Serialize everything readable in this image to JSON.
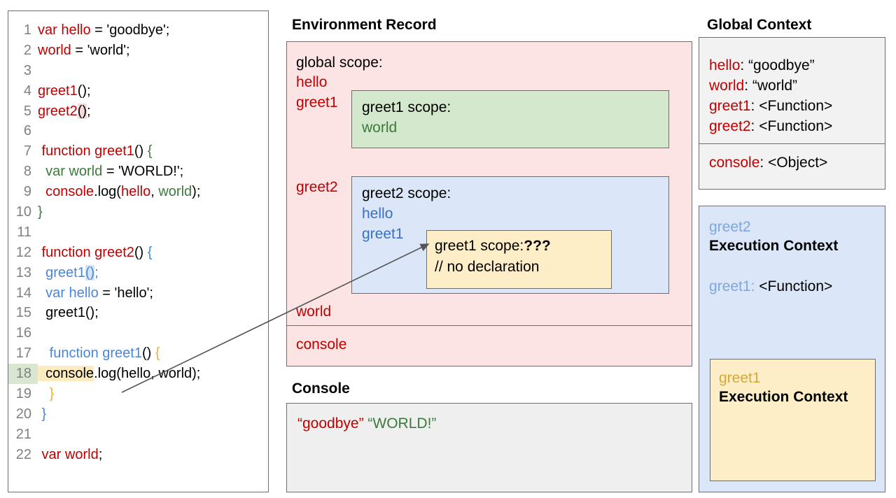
{
  "code_panel": {
    "lines": [
      {
        "n": "1",
        "tokens": [
          {
            "t": "var hello ",
            "c": "red"
          },
          {
            "t": "= 'goodbye';",
            "c": "black"
          }
        ]
      },
      {
        "n": "2",
        "tokens": [
          {
            "t": "world ",
            "c": "red"
          },
          {
            "t": "= 'world';",
            "c": "black"
          }
        ]
      },
      {
        "n": "3",
        "tokens": []
      },
      {
        "n": "4",
        "tokens": [
          {
            "t": "greet1",
            "c": "red"
          },
          {
            "t": "();",
            "c": "black"
          }
        ]
      },
      {
        "n": "5",
        "tokens": [
          {
            "t": "greet2",
            "c": "red"
          },
          {
            "t": "()",
            "c": "black",
            "hl": "pink"
          },
          {
            "t": ";",
            "c": "black"
          }
        ]
      },
      {
        "n": "6",
        "tokens": []
      },
      {
        "n": "7",
        "tokens": [
          {
            "t": " function greet1",
            "c": "red"
          },
          {
            "t": "() ",
            "c": "black"
          },
          {
            "t": "{",
            "c": "green"
          }
        ]
      },
      {
        "n": "8",
        "tokens": [
          {
            "t": "  var world ",
            "c": "green"
          },
          {
            "t": "= 'WORLD!';",
            "c": "black"
          }
        ]
      },
      {
        "n": "9",
        "tokens": [
          {
            "t": "  console",
            "c": "red"
          },
          {
            "t": ".log(",
            "c": "black"
          },
          {
            "t": "hello",
            "c": "red"
          },
          {
            "t": ", ",
            "c": "black"
          },
          {
            "t": "world",
            "c": "green"
          },
          {
            "t": ");",
            "c": "black"
          }
        ]
      },
      {
        "n": "10",
        "tokens": [
          {
            "t": "}",
            "c": "green"
          }
        ]
      },
      {
        "n": "11",
        "tokens": []
      },
      {
        "n": "12",
        "tokens": [
          {
            "t": " function greet2",
            "c": "red"
          },
          {
            "t": "() ",
            "c": "black"
          },
          {
            "t": "{",
            "c": "blue"
          }
        ]
      },
      {
        "n": "13",
        "tokens": [
          {
            "t": "  greet1",
            "c": "blue"
          },
          {
            "t": "()",
            "c": "blue",
            "hl": "blue"
          },
          {
            "t": ";",
            "c": "blue"
          }
        ]
      },
      {
        "n": "14",
        "tokens": [
          {
            "t": "  var hello ",
            "c": "blue"
          },
          {
            "t": "= 'hello';",
            "c": "black"
          }
        ]
      },
      {
        "n": "15",
        "tokens": [
          {
            "t": "  greet1();",
            "c": "black"
          }
        ]
      },
      {
        "n": "16",
        "tokens": []
      },
      {
        "n": "17",
        "tokens": [
          {
            "t": "   function greet1",
            "c": "blue"
          },
          {
            "t": "() ",
            "c": "black"
          },
          {
            "t": "{",
            "c": "gold"
          }
        ]
      },
      {
        "n": "18",
        "tokens": [
          {
            "t": "  console",
            "c": "black",
            "hl": "yellow"
          },
          {
            "t": ".log(hello, world);",
            "c": "black"
          }
        ],
        "line_highlight": true
      },
      {
        "n": "19",
        "tokens": [
          {
            "t": "   }",
            "c": "gold"
          }
        ]
      },
      {
        "n": "20",
        "tokens": [
          {
            "t": " }",
            "c": "blue"
          }
        ]
      },
      {
        "n": "21",
        "tokens": []
      },
      {
        "n": "22",
        "tokens": [
          {
            "t": " var world",
            "c": "red"
          },
          {
            "t": ";",
            "c": "black"
          }
        ]
      }
    ]
  },
  "environment_record": {
    "heading": "Environment Record",
    "global_scope_label": "global scope:",
    "global_vars": [
      "hello",
      "greet1",
      "greet2",
      "world"
    ],
    "console_var": "console",
    "greet1_scope": {
      "title": "greet1 scope:",
      "vars": [
        "world"
      ]
    },
    "greet2_scope": {
      "title": "greet2 scope:",
      "vars": [
        "hello",
        "greet1"
      ],
      "inner_greet1_scope": {
        "title": "greet1 scope:",
        "unknown_marker": "???",
        "comment": "// no declaration"
      }
    }
  },
  "console": {
    "heading": "Console",
    "entries": [
      {
        "text": "“goodbye”",
        "color": "#c00000"
      },
      {
        "text": "“WORLD!”",
        "color": "#3c7a3c"
      }
    ]
  },
  "global_context": {
    "heading": "Global Context",
    "vars": [
      {
        "key": "hello",
        "value": " “goodbye”"
      },
      {
        "key": "world",
        "value": " “world”"
      },
      {
        "key": "greet1",
        "value": " <Function>"
      },
      {
        "key": "greet2",
        "value": " <Function>"
      }
    ],
    "console_key": "console",
    "console_value": " <Object>",
    "greet2_execution_context": {
      "name": "greet2",
      "title": "Execution Context",
      "entry_key": "greet1",
      "entry_value": " <Function>",
      "greet1_execution_context": {
        "name": "greet1",
        "title": "Execution Context"
      }
    }
  },
  "colors": {
    "red": "#c00000",
    "green": "#3c7a3c",
    "blue": "#4a86d8",
    "gold": "#e8b33c",
    "pink_panel": "#fce4e4",
    "green_panel": "#d4e8cd",
    "blue_panel": "#dbe7f8",
    "yellow_panel": "#fdeec7",
    "gray_panel": "#f2f2f2",
    "border": "#6d6d6d"
  }
}
